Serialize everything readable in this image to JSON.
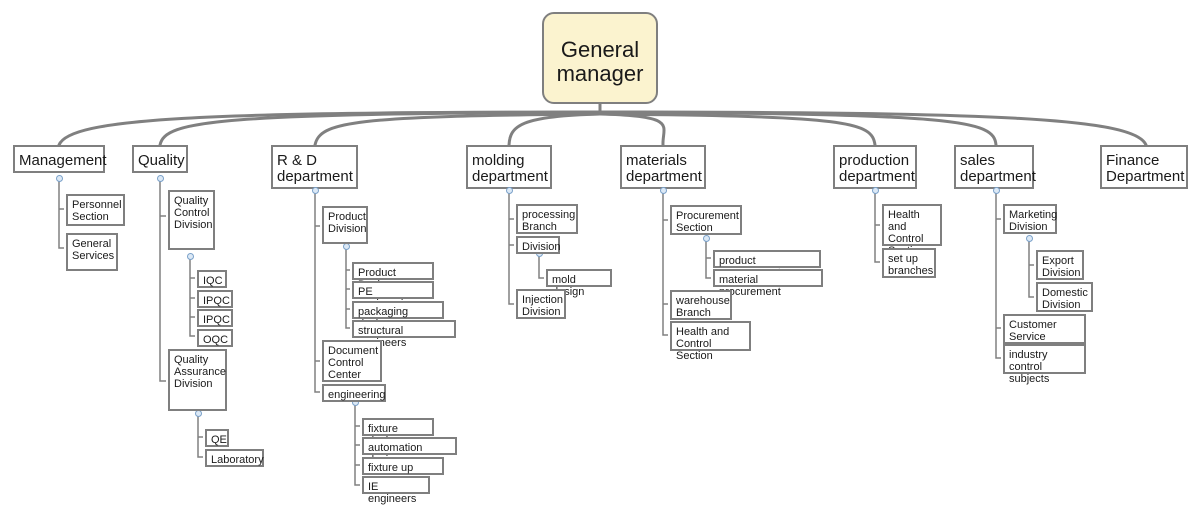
{
  "root": {
    "label": "General\nmanager"
  },
  "departments": [
    {
      "label": "Management"
    },
    {
      "label": "Quality"
    },
    {
      "label": "R & D\ndepartment"
    },
    {
      "label": "molding\ndepartment"
    },
    {
      "label": "materials\ndepartment"
    },
    {
      "label": "production\ndepartment"
    },
    {
      "label": "sales\ndepartment"
    },
    {
      "label": "Finance\nDepartment"
    }
  ],
  "management": {
    "personnel_section": "Personnel\nSection",
    "general_services": "General\nServices"
  },
  "quality": {
    "qc_division": "Quality\nControl\nDivision",
    "iqc": "IQC",
    "ipqc_1": "IPQC",
    "ipqc_2": "IPQC",
    "oqc": "OQC",
    "qa_division": "Quality\nAssurance\nDivision",
    "qe": "QE",
    "laboratory": "Laboratory"
  },
  "rd": {
    "product_division": "Product\nDivision",
    "product_design": "Product Design",
    "pe_engineering": "PE engineering",
    "packaging_design": "packaging design",
    "structural_engineers": "structural engineers",
    "document_control_center": "Document\nControl\nCenter",
    "engineering": "engineering",
    "fixture_design": "fixture design",
    "automation_design": "automation design",
    "fixture_up_group": "fixture up group",
    "ie_engineers": "IE engineers"
  },
  "molding": {
    "processing_branch": "processing\nBranch",
    "division": "Division",
    "mold_design": "mold design",
    "injection_division": "Injection\nDivision"
  },
  "materials": {
    "procurement_section": "Procurement\nSection",
    "product_procurement": "product procurement",
    "material_procurement": "material procurement",
    "warehouse_branch": "warehouse\nBranch",
    "health_control_section": "Health and\nControl Section"
  },
  "production": {
    "health_control_section": "Health and\nControl\nSection",
    "set_up_branches": "set up\nbranches"
  },
  "sales": {
    "marketing_division": "Marketing\nDivision",
    "export_division": "Export\nDivision",
    "domestic_division": "Domestic\nDivision",
    "customer_service_division": "Customer\nService Division",
    "industry_control_subjects": "industry control\nsubjects"
  }
}
